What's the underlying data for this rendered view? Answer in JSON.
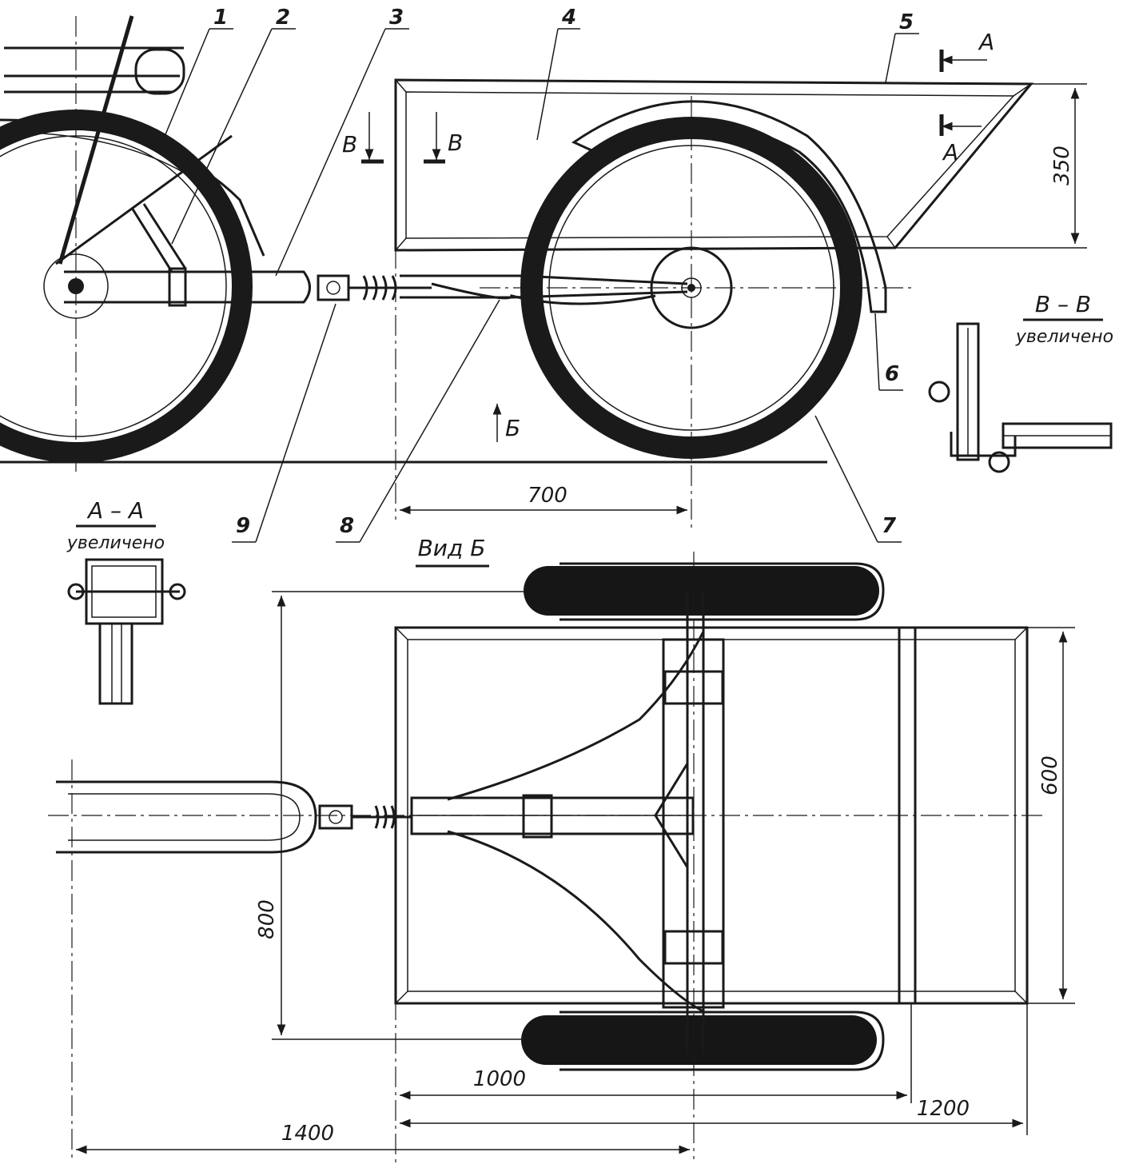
{
  "part_numbers": [
    "1",
    "2",
    "3",
    "4",
    "5",
    "6",
    "7",
    "8",
    "9"
  ],
  "dimensions": {
    "box_height": "350",
    "wheel_offset": "700",
    "body_width": "600",
    "track_width": "800",
    "body_front_length": "1000",
    "body_length": "1200",
    "overall_length": "1400"
  },
  "section_marks": {
    "a_letter": "A",
    "v_letter": "B",
    "b_letter": "Б"
  },
  "sections": {
    "aa_title": "A – A",
    "aa_subtitle": "увеличено",
    "vv_title": "B – B",
    "vv_subtitle": "увеличено",
    "view_b_title": "Вид Б"
  }
}
